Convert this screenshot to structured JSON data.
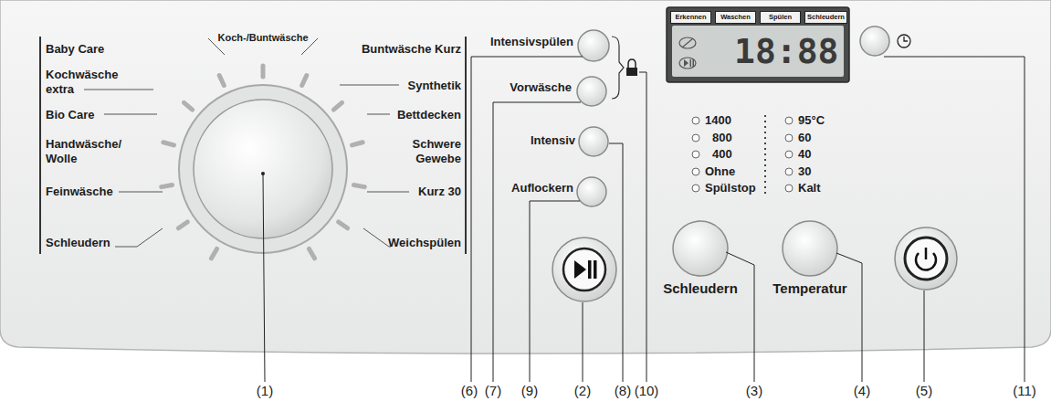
{
  "diagram": {
    "nodes": [
      {
        "text": [
          "18:88"
        ]
      },
      {
        "text": [
          "Erkennen"
        ],
        "in": 0
      },
      {
        "text": [
          "Waschen"
        ],
        "in": 0
      },
      {
        "text": [
          "Spülen"
        ],
        "in": 0
      },
      {
        "text": [
          "Schleudern"
        ],
        "in": 0
      }
    ],
    "labels": [
      "Baby Care",
      "Kochwäsche extra",
      "Bio Care",
      "Handwäsche/ Wolle",
      "Feinwäsche",
      "Schleudern",
      "Koch-/Buntwäsche",
      "Buntwäsche Kurz",
      "Synthetik",
      "Bettdecken",
      "Schwere Gewebe",
      "Kurz 30",
      "Weichspülen",
      "Intensivspülen",
      "Vorwäsche",
      "Intensiv",
      "Auflockern",
      "1400",
      "800",
      "400",
      "Ohne",
      "Spülstop",
      "95°C",
      "60",
      "40",
      "30",
      "Kalt",
      "Schleudern",
      "Temperatur",
      "(1)",
      "(6)",
      "(7)",
      "(9)",
      "(2)",
      "(8)",
      "(10)",
      "(3)",
      "(4)",
      "(5)",
      "(11)"
    ]
  }
}
